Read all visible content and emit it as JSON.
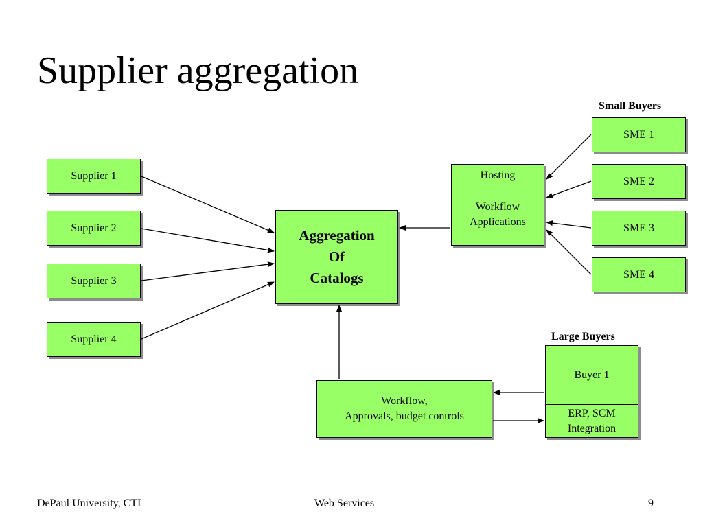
{
  "slide": {
    "title": "Supplier aggregation",
    "small_buyers_label": "Small Buyers",
    "large_buyers_label": "Large Buyers"
  },
  "suppliers": [
    "Supplier 1",
    "Supplier 2",
    "Supplier 3",
    "Supplier 4"
  ],
  "aggregation": {
    "text": "Aggregation\nOf\nCatalogs"
  },
  "hosting": {
    "header": "Hosting",
    "body": "Workflow\nApplications"
  },
  "smes": [
    "SME 1",
    "SME 2",
    "SME 3",
    "SME 4"
  ],
  "buyer": {
    "header": "Buyer 1",
    "body": "ERP, SCM\nIntegration"
  },
  "workflow": {
    "text": "Workflow,\nApprovals, budget controls"
  },
  "footer": {
    "left": "DePaul University, CTI",
    "center": "Web Services",
    "right": "9"
  },
  "colors": {
    "box_fill": "#99ff66",
    "shadow": "#8c8c8c"
  }
}
